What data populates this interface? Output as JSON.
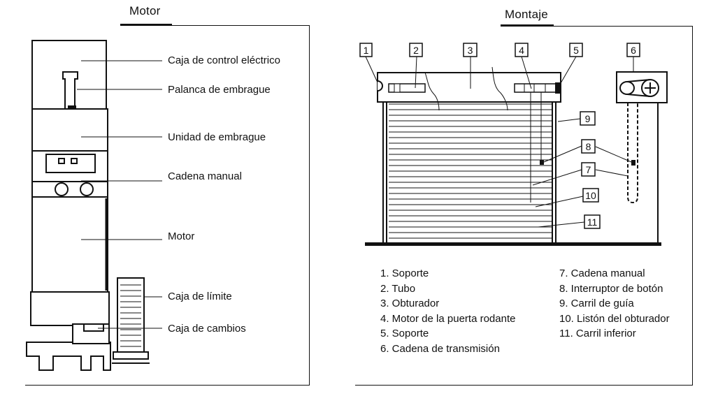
{
  "motor_panel": {
    "title": "Motor",
    "labels": [
      "Caja de control eléctrico",
      "Palanca de embrague",
      "Unidad de embrague",
      "Cadena manual",
      "Motor",
      "Caja de límite",
      "Caja de cambios"
    ]
  },
  "montaje_panel": {
    "title": "Montaje",
    "callouts": [
      "1",
      "2",
      "3",
      "4",
      "5",
      "6",
      "8",
      "7",
      "9",
      "10",
      "11"
    ],
    "legend_left": [
      "1. Soporte",
      "2. Tubo",
      "3. Obturador",
      "4. Motor de la puerta rodante",
      "5. Soporte",
      "6. Cadena de transmisión"
    ],
    "legend_right": [
      "7. Cadena manual",
      "8. Interruptor de botón",
      "9. Carril de guía",
      "10. Listón del obturador",
      "11. Carril inferior"
    ]
  }
}
